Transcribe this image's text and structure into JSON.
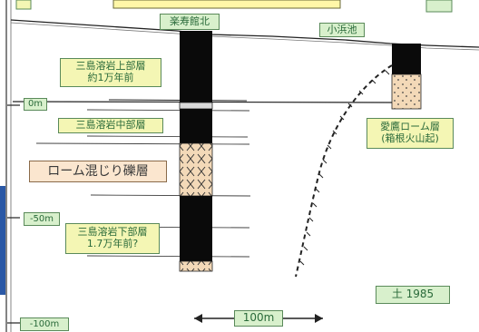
{
  "labels": {
    "top_left_box": "",
    "top_right_box": "",
    "borehole_name": "楽寿館北",
    "pond_name": "小浜池",
    "upper_layer": [
      "三島溶岩上部層",
      "約1万年前"
    ],
    "middle_layer": "三島溶岩中部層",
    "loam_gravel_layer": "ローム混じり礫層",
    "lower_layer": [
      "三島溶岩下部層",
      "1.7万年前?"
    ],
    "aitaka_loam": [
      "愛鷹ローム層",
      "(箱根火山起)"
    ],
    "depth_0": "0m",
    "depth_50": "-50m",
    "depth_100": "-100m",
    "scale_bar": "100m",
    "credit": "土 1985"
  },
  "colors": {
    "lava_black": "#0a0a0a",
    "loam_fill": "#f3d9b8",
    "tag_green_bg": "#d8f0cc",
    "tag_yellow_bg": "#f4f6b4",
    "tag_text": "#2a6a3a",
    "frame_blue": "#2a58a6"
  }
}
